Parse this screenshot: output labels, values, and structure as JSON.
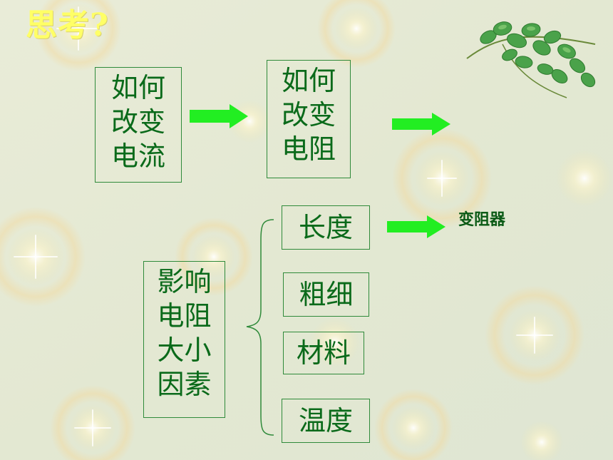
{
  "title": "思考?",
  "box_change_current": [
    "如何",
    "改变",
    "电流"
  ],
  "box_change_resistance": [
    "如何",
    "改变",
    "电阻"
  ],
  "box_factors": [
    "影响",
    "电阻",
    "大小",
    "因素"
  ],
  "factor_length": "长度",
  "factor_thickness": "粗细",
  "factor_material": "材料",
  "factor_temperature": "温度",
  "rheostat_label": "变阻器",
  "colors": {
    "title": "#ffff66",
    "text": "#0a6a1a",
    "arrow": "#22ee22",
    "border": "#2f8a3a"
  }
}
